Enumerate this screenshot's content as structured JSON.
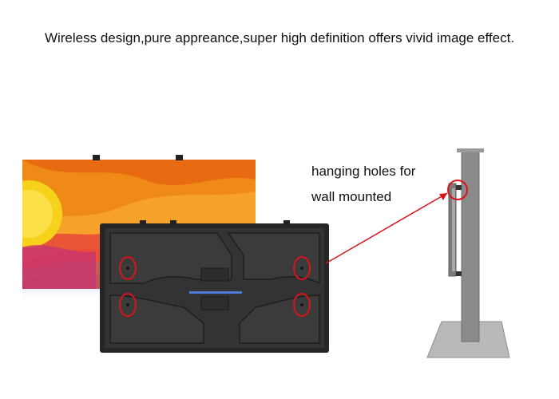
{
  "headline": "Wireless design,pure appreance,super high definition offers vivid image effect.",
  "annotation": {
    "line1": "hanging holes for",
    "line2": "wall mounted"
  },
  "colors": {
    "highlight": "#d8141c",
    "cabinet": "#2b2b2b",
    "pole": "#8a8a8a",
    "base": "#b9b9b9",
    "accent_strip": "#4f7bdc"
  }
}
